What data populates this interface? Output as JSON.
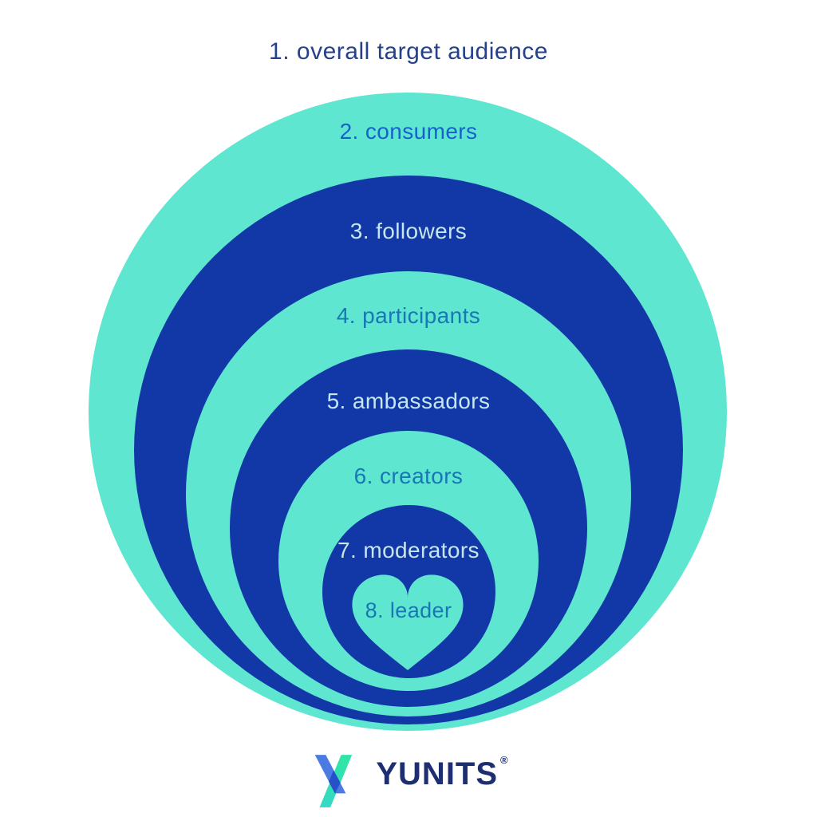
{
  "title": "1. overall target audience",
  "rings": [
    {
      "label": "2. consumers",
      "fill": "teal"
    },
    {
      "label": "3. followers",
      "fill": "blue"
    },
    {
      "label": "4. participants",
      "fill": "teal"
    },
    {
      "label": "5. ambassadors",
      "fill": "blue"
    },
    {
      "label": "6. creators",
      "fill": "teal"
    },
    {
      "label": "7. moderators",
      "fill": "blue"
    },
    {
      "label": "8. leader",
      "fill": "teal-heart"
    }
  ],
  "brand": {
    "name": "YUNITS",
    "registered": "®"
  },
  "icons": {
    "heart": "heart-shape",
    "logo_mark": "yunits-v-mark"
  },
  "colors": {
    "teal": "#5EE6D0",
    "dark_blue": "#1138A6",
    "title_text": "#26418C",
    "label_on_teal_royal": "#1563C8",
    "label_on_teal_cyan": "#1877B4",
    "label_on_blue": "#C6E6F0",
    "logo_blue": "#4A7BE2",
    "logo_teal_top": "#2EE6A4",
    "logo_teal_bottom": "#36D9C4",
    "logo_overlap": "#2850C8",
    "logo_navy": "#1D2F6E",
    "background": "#FFFFFF"
  }
}
